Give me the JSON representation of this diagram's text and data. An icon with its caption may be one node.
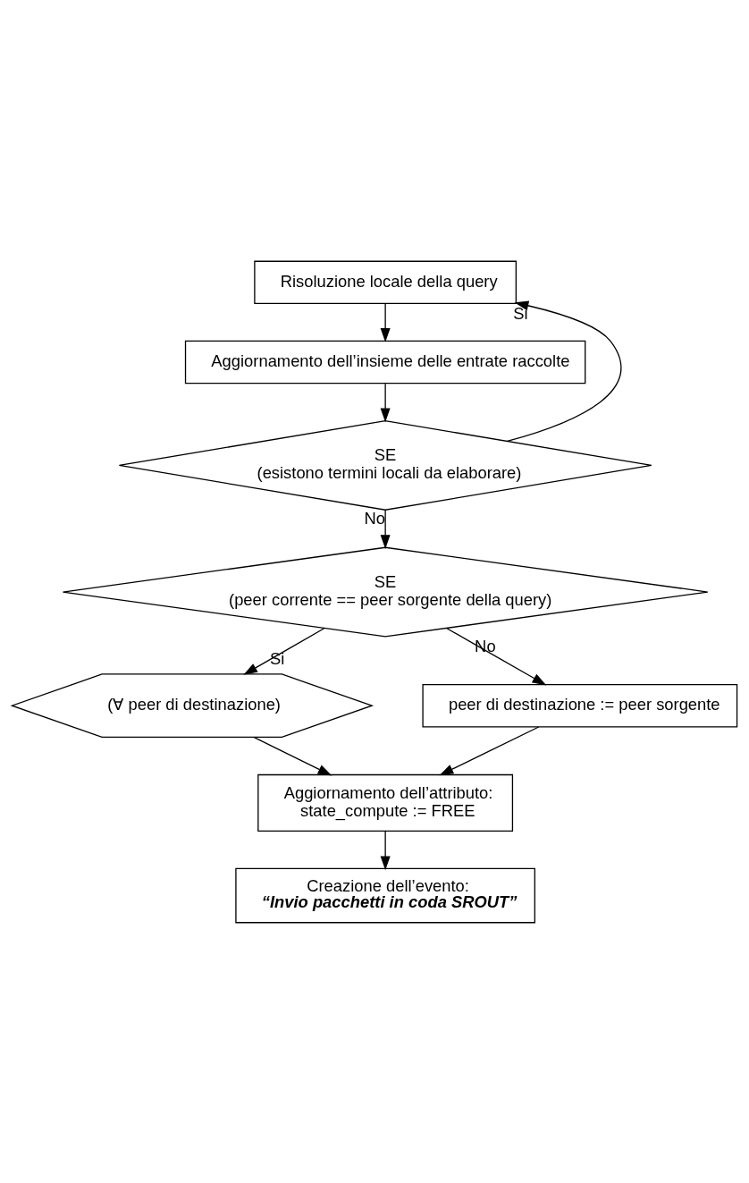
{
  "diagram": {
    "nodes": [
      {
        "text": [
          "Risoluzione locale della query"
        ]
      },
      {
        "text": [
          "Aggiornamento dell’insieme delle entrate raccolte"
        ]
      },
      {
        "text": [
          "SE",
          "(esistono termini locali da elaborare)"
        ]
      },
      {
        "text": [
          "SE",
          "(peer corrente == peer sorgente della query)"
        ]
      },
      {
        "text": [
          "(∀ peer di destinazione)"
        ]
      },
      {
        "text": [
          "peer di destinazione := peer sorgente"
        ]
      },
      {
        "text": [
          "Aggiornamento dell’attributo:",
          "state_compute := FREE"
        ]
      },
      {
        "text": [
          "Creazione dell’evento:",
          "“Invio pacchetti in coda SROUT”"
        ]
      }
    ],
    "edges": [
      {
        "from": 0,
        "to": 1,
        "arrow": "to"
      },
      {
        "from": 1,
        "to": 2,
        "arrow": "to"
      },
      {
        "from": 2,
        "to": 0,
        "arrow": "to",
        "label": "Si"
      },
      {
        "from": 2,
        "to": 3,
        "arrow": "to",
        "label": "No"
      },
      {
        "from": 3,
        "to": 5,
        "arrow": "to",
        "label": "No"
      },
      {
        "from": 3,
        "to": 4,
        "arrow": "to",
        "label": "Si"
      },
      {
        "from": 4,
        "to": 6,
        "arrow": "to"
      },
      {
        "from": 5,
        "to": 6,
        "arrow": "to"
      },
      {
        "from": 6,
        "to": 7,
        "arrow": "to"
      }
    ]
  }
}
